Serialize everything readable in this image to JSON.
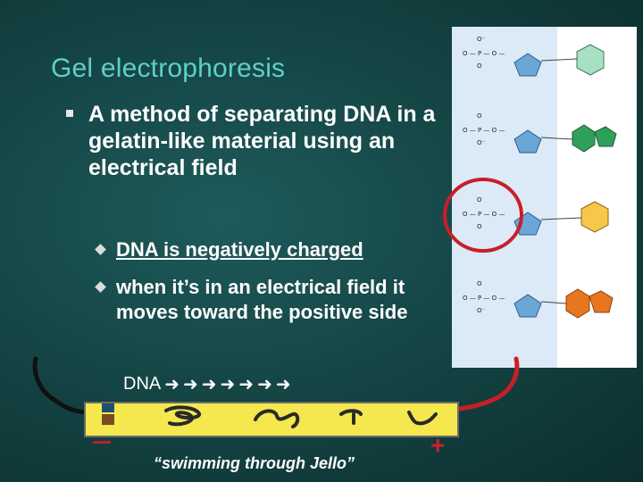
{
  "slide": {
    "title": "Gel electrophoresis",
    "main_bullet": "A method of separating DNA in a gelatin-like material using an electrical field",
    "sub_bullets": [
      "DNA is negatively charged",
      "when it’s in an electrical field it moves toward the positive side"
    ],
    "dna_label": "DNA",
    "arrow_glyph": "➜",
    "minus_symbol": "–",
    "plus_symbol": "+",
    "caption": "“swimming through Jello”"
  },
  "nucleotide_panel": {
    "phosphate_labels": [
      "O⁻",
      "O",
      "P",
      "O",
      "O⁻"
    ],
    "base_colors": [
      "#a8e0c4",
      "#2fa05a",
      "#f7c64a",
      "#e8761e"
    ],
    "sugar_color": "#6aa6d6",
    "highlight_circle_color": "#c81e28"
  },
  "colors": {
    "title": "#5fd0c8",
    "gel": "#f4e84e",
    "wire": "#111111",
    "wire_positive": "#c81e28",
    "well_top": "#1f4f6f",
    "well_bottom": "#7a4a22"
  }
}
